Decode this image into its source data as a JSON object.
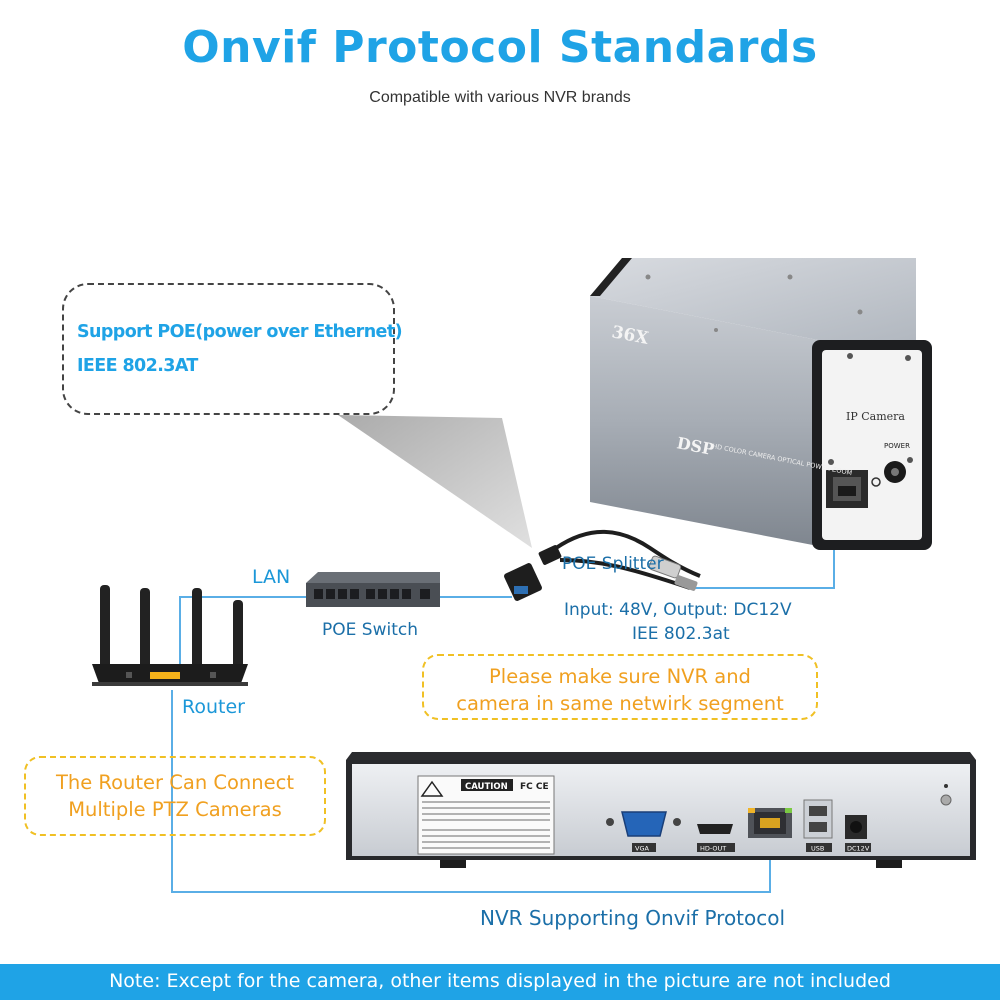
{
  "header": {
    "title": "Onvif Protocol Standards",
    "subtitle": "Compatible with various NVR brands"
  },
  "poe_callout": {
    "line1": "Support POE(power over Ethernet)",
    "line2": "IEEE 802.3AT"
  },
  "camera": {
    "badge_zoom": "36X",
    "badge_dsp": "DSP",
    "side_text": "HD COLOR CAMERA OPTICAL POWER ZOOM",
    "back_label": "IP Camera",
    "power_label": "POWER"
  },
  "labels": {
    "lan": "LAN",
    "poe_switch": "POE Switch",
    "poe_splitter": "POE Splitter",
    "splitter_spec_1": "Input: 48V, Output: DC12V",
    "splitter_spec_2": "IEE 802.3at",
    "router": "Router",
    "nvr_caption": "NVR Supporting Onvif Protocol"
  },
  "notes": {
    "segment_1": "Please make sure NVR and",
    "segment_2": "camera in same netwirk segment",
    "router_1": "The Router Can Connect",
    "router_2": "Multiple PTZ Cameras"
  },
  "nvr": {
    "caution": "CAUTION",
    "fc": "FC CE",
    "vga": "VGA",
    "hdout": "HD-OUT",
    "usb": "USB",
    "dc": "DC12V"
  },
  "footer": {
    "note": "Note: Except for the camera, other items displayed in the picture are not included"
  },
  "colors": {
    "accent": "#1fa3e6",
    "note_border": "#f0c024",
    "note_text": "#f0a020"
  }
}
